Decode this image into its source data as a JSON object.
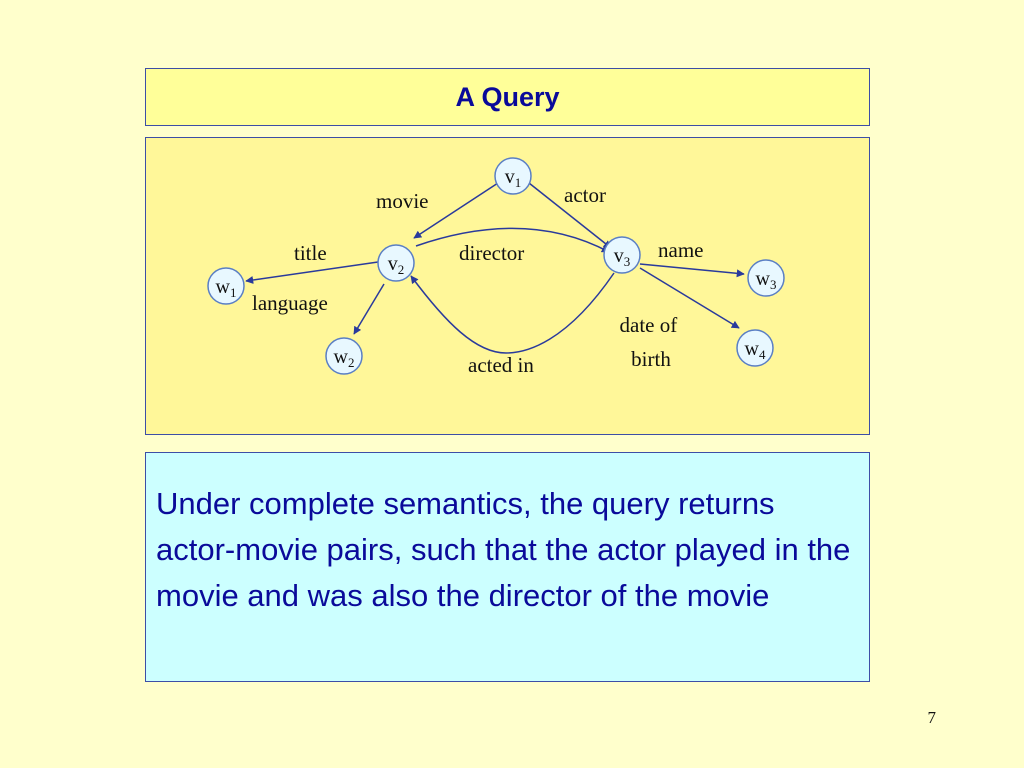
{
  "slide": {
    "title": "A Query",
    "body": "Under complete semantics, the query returns actor-movie pairs, such that the actor played in the movie and was also the director of the movie",
    "page_number": "7"
  },
  "diagram": {
    "nodes": [
      {
        "id": "v1",
        "base": "v",
        "sub": "1"
      },
      {
        "id": "v2",
        "base": "v",
        "sub": "2"
      },
      {
        "id": "v3",
        "base": "v",
        "sub": "3"
      },
      {
        "id": "w1",
        "base": "w",
        "sub": "1"
      },
      {
        "id": "w2",
        "base": "w",
        "sub": "2"
      },
      {
        "id": "w3",
        "base": "w",
        "sub": "3"
      },
      {
        "id": "w4",
        "base": "w",
        "sub": "4"
      }
    ],
    "edges": [
      {
        "from": "v1",
        "to": "v2",
        "label": "movie"
      },
      {
        "from": "v1",
        "to": "v3",
        "label": "actor"
      },
      {
        "from": "v2",
        "to": "v3",
        "label": "director"
      },
      {
        "from": "v3",
        "to": "v2",
        "label": "acted in"
      },
      {
        "from": "v2",
        "to": "w1",
        "label": "title"
      },
      {
        "from": "v2",
        "to": "w2",
        "label": "language"
      },
      {
        "from": "v3",
        "to": "w3",
        "label": "name"
      },
      {
        "from": "v3",
        "to": "w4",
        "label": "date of birth",
        "label_lines": [
          "date of",
          "birth"
        ]
      }
    ]
  },
  "colors": {
    "background": "#FFFFCC",
    "title_box": "#FFFF99",
    "diagram_box": "#FFF799",
    "text_box": "#CCFFFF",
    "border": "#3D4EA6",
    "text": "#0A0A9A",
    "edge": "#2A3A9C",
    "node_fill": "#E8F8FF",
    "node_stroke": "#5A7FC4"
  }
}
